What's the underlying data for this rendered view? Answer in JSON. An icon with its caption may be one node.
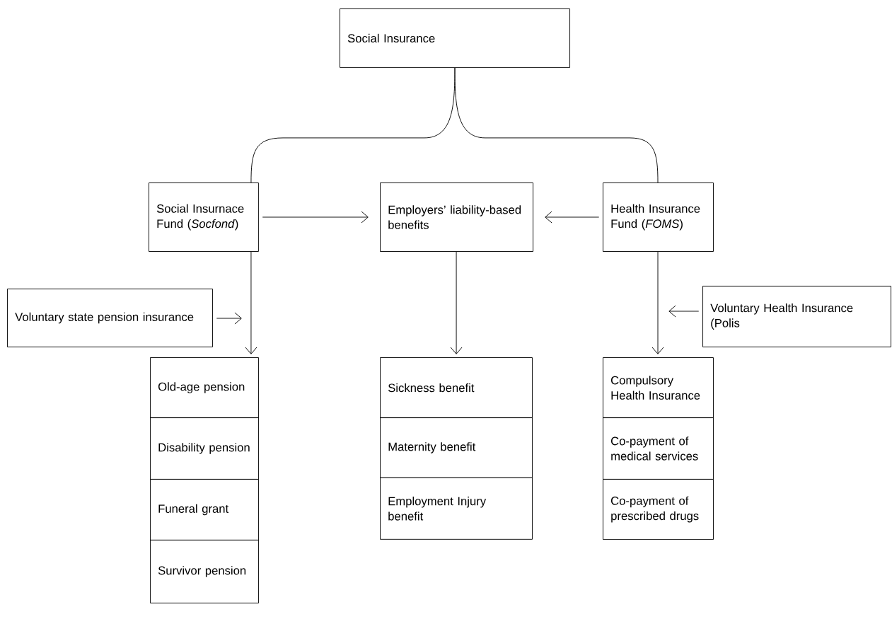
{
  "diagram": {
    "nodes": [
      {
        "text": [
          "Social Insurance"
        ]
      },
      {
        "text": [
          "Social Insurnace Fund (*Socfond*)"
        ]
      },
      {
        "text": [
          "Employers’ liability-based benefits"
        ]
      },
      {
        "text": [
          "Health Insurance Fund (*FOMS*)"
        ]
      },
      {
        "text": [
          "Voluntary state pension insurance"
        ]
      },
      {
        "text": [
          "Voluntary Health Insurance (Polis"
        ]
      },
      {
        "text": [
          "Old-age pension"
        ]
      },
      {
        "text": [
          "Disability pension"
        ]
      },
      {
        "text": [
          "Funeral grant"
        ]
      },
      {
        "text": [
          "Survivor pension"
        ]
      },
      {
        "text": [
          "Sickness benefit"
        ]
      },
      {
        "text": [
          "Maternity benefit"
        ]
      },
      {
        "text": [
          "Employment Injury benefit"
        ]
      },
      {
        "text": [
          "Compulsory Health Insurance"
        ]
      },
      {
        "text": [
          "Co-payment of medical services"
        ]
      },
      {
        "text": [
          "Co-payment of prescribed drugs"
        ]
      }
    ],
    "edges": [
      {
        "from": 0,
        "to": 1,
        "arrow": "none"
      },
      {
        "from": 0,
        "to": 3,
        "arrow": "none"
      },
      {
        "from": 1,
        "to": 2,
        "arrow": "to"
      },
      {
        "from": 3,
        "to": 2,
        "arrow": "to"
      },
      {
        "from": 1,
        "to": 6,
        "arrow": "to"
      },
      {
        "from": 2,
        "to": 10,
        "arrow": "to"
      },
      {
        "from": 3,
        "to": 13,
        "arrow": "to"
      },
      {
        "from": 4,
        "to": null,
        "arrow": "to"
      },
      {
        "from": 5,
        "to": null,
        "arrow": "to"
      }
    ]
  }
}
